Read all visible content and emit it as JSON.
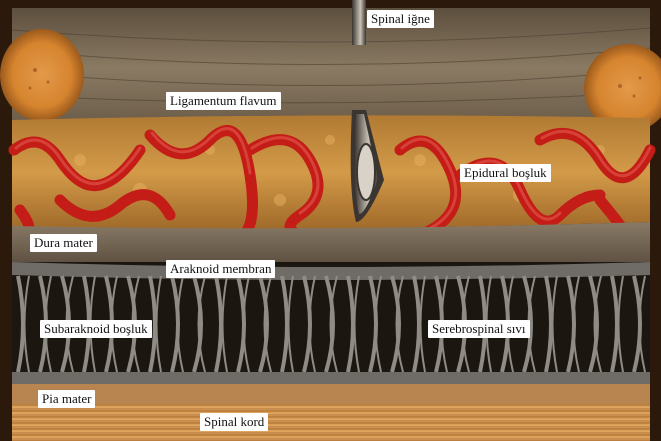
{
  "labels": {
    "spinal_needle": "Spinal iğne",
    "ligamentum_flavum": "Ligamentum flavum",
    "epidural_space": "Epidural boşluk",
    "dura_mater": "Dura mater",
    "arachnoid_membrane": "Araknoid membran",
    "subarachnoid_space": "Subaraknoid boşluk",
    "cerebrospinal_fluid": "Serebrospinal sıvı",
    "pia_mater": "Pia mater",
    "spinal_cord": "Spinal kord"
  },
  "colors": {
    "ligament": "#7a6a55",
    "fat": "#c98a3a",
    "vessel": "#c0201a",
    "dura": "#6d5f4e",
    "csf_dark": "#1b1612",
    "trabecula": "#8d8a85",
    "pia": "#b98a53",
    "cord": "#d49a55"
  }
}
